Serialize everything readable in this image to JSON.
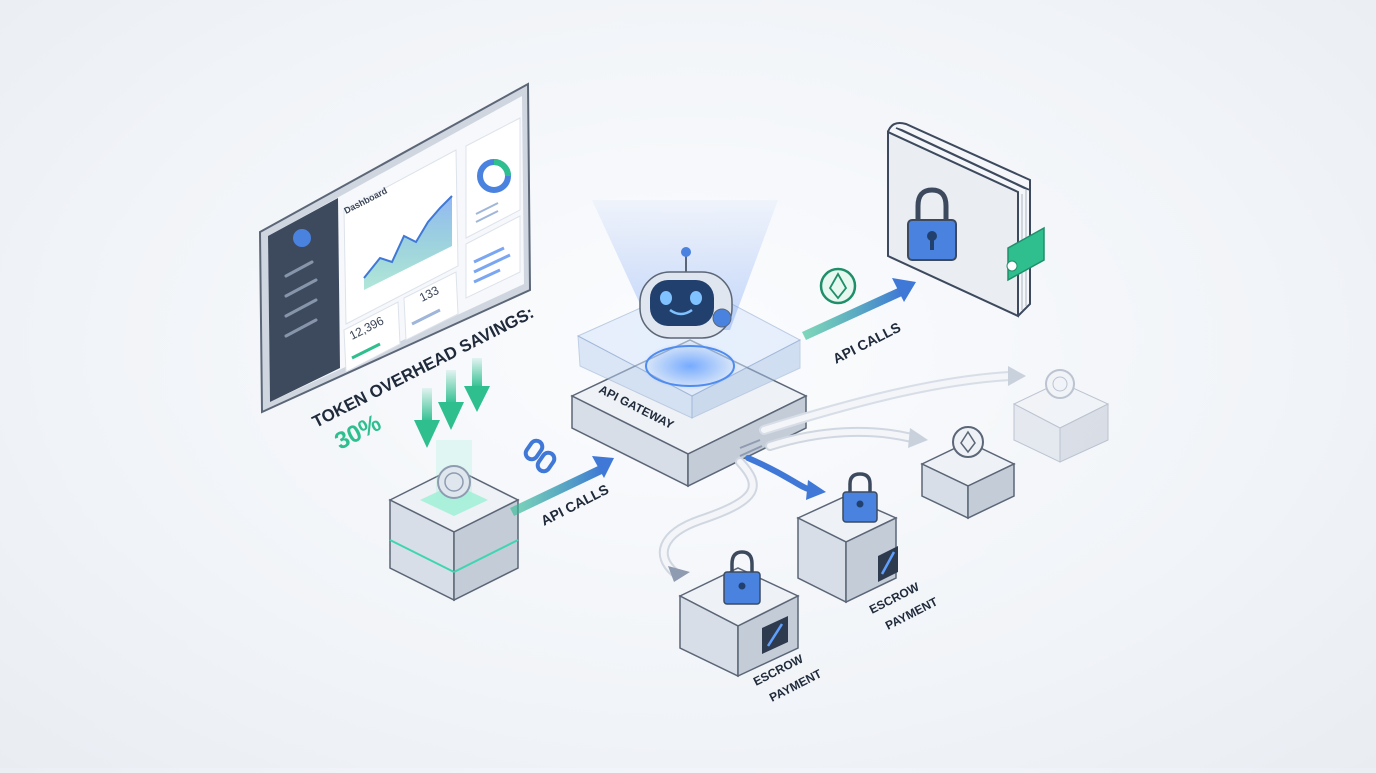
{
  "dashboard": {
    "title": "Dashboard",
    "stat_a": "12,396",
    "stat_b": "133"
  },
  "savings": {
    "label": "TOKEN OVERHEAD SAVINGS:",
    "value": "30%"
  },
  "gateway": {
    "label": "API GATEWAY"
  },
  "flows": {
    "left_label": "API CALLS",
    "right_label": "API CALLS"
  },
  "escrow": [
    {
      "line1": "ESCROW",
      "line2": "PAYMENT"
    },
    {
      "line1": "ESCROW",
      "line2": "PAYMENT"
    }
  ],
  "colors": {
    "accent_blue": "#3f78d6",
    "accent_green": "#2fbf8f",
    "box_face": "#e7ebf1",
    "dark_panel": "#3d4a5e"
  },
  "icons": [
    "robot-icon",
    "wallet-icon",
    "padlock-icon",
    "coin-icon",
    "chain-link-icon",
    "arrow-icon"
  ]
}
